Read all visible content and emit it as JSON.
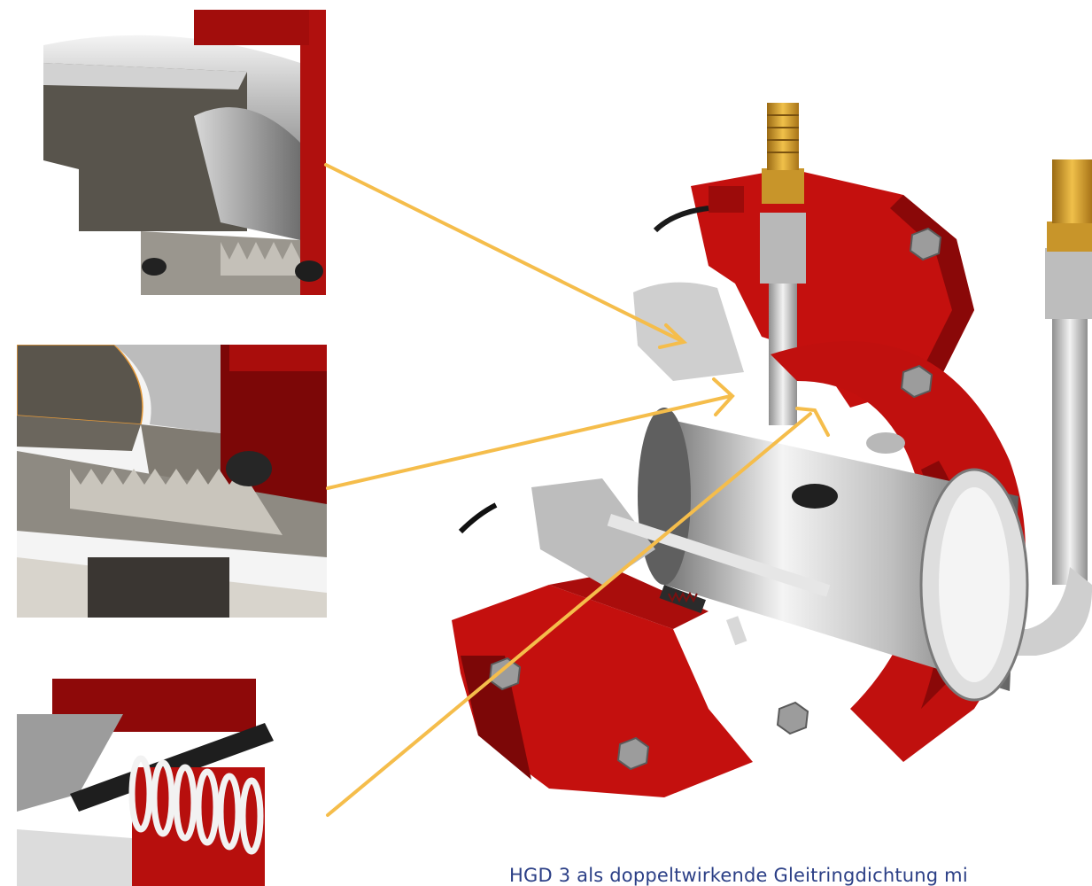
{
  "caption": "HGD 3 als doppeltwirkende Gleitringdichtung mi",
  "colors": {
    "housing_red": "#c4100e",
    "housing_dark": "#7a0606",
    "steel": "#c9c9c9",
    "brass": "#d4a032",
    "callout": "#f5bd4b"
  },
  "details": [
    {
      "name": "seal-face-detail"
    },
    {
      "name": "thread-and-pin-detail"
    },
    {
      "name": "spring-detail"
    }
  ]
}
